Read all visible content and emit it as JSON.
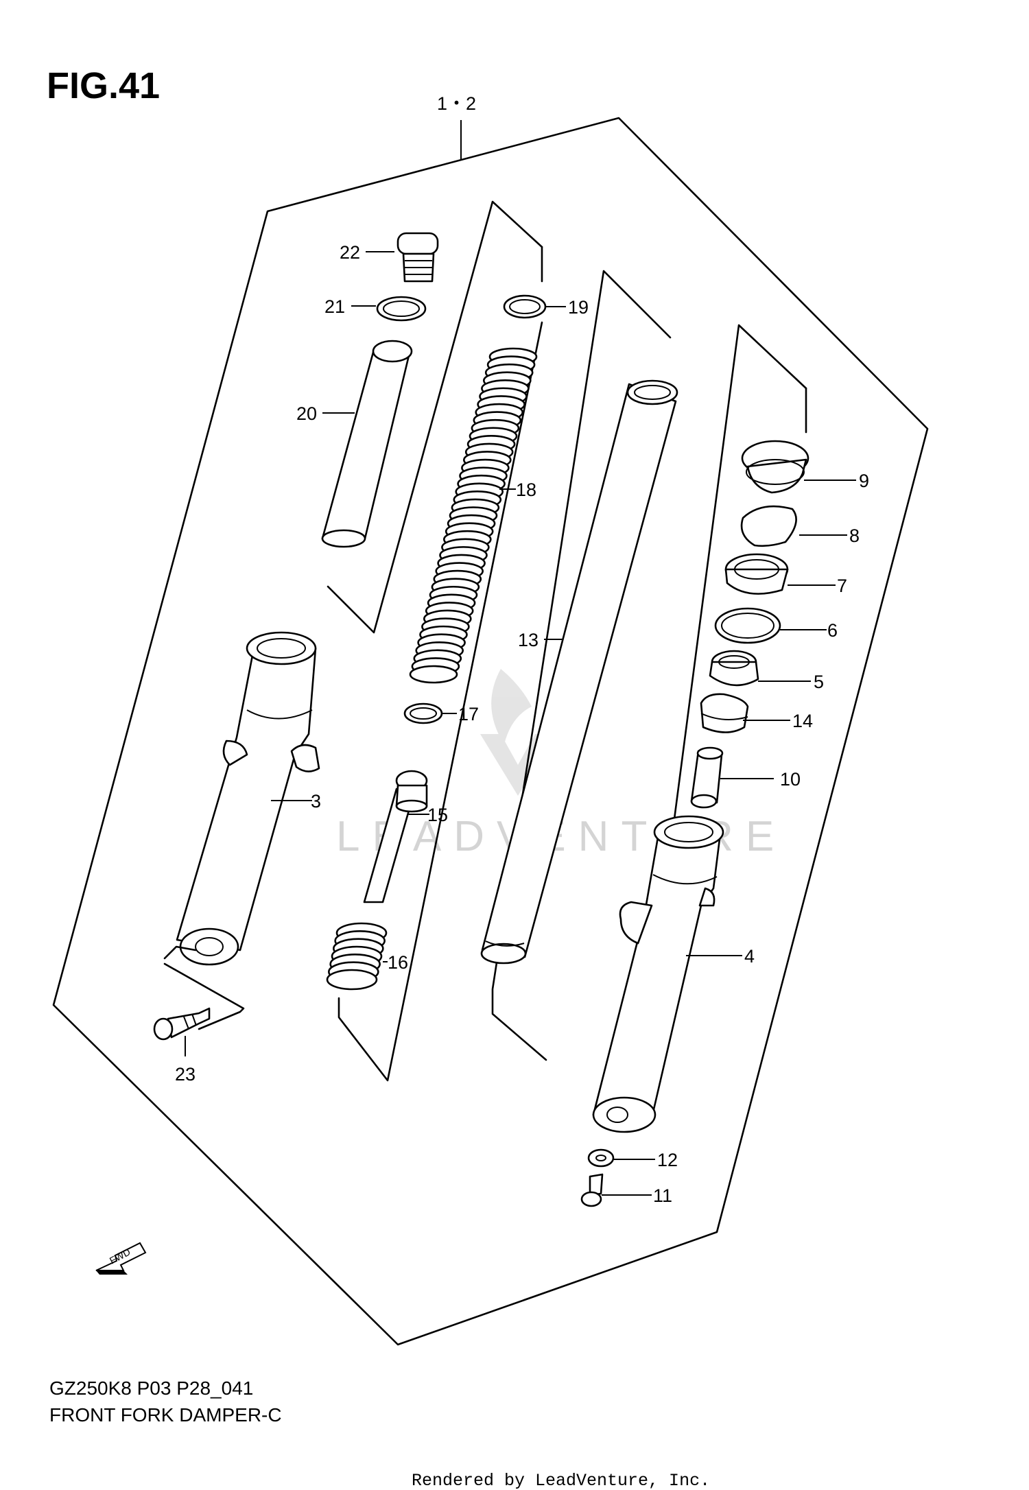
{
  "figure": {
    "title": "FIG.41",
    "assembly_label": "1・2",
    "model_code": "GZ250K8 P03 P28_041",
    "caption": "FRONT FORK DAMPER-C",
    "credit": "Rendered by LeadVenture, Inc.",
    "watermark": "LEADVENTURE",
    "direction_badge": "FWD"
  },
  "callouts": {
    "c22": "22",
    "c21": "21",
    "c20": "20",
    "c19": "19",
    "c18": "18",
    "c17": "17",
    "c16": "16",
    "c15": "15",
    "c14": "14",
    "c13": "13",
    "c12": "12",
    "c11": "11",
    "c10": "10",
    "c9": "9",
    "c8": "8",
    "c7": "7",
    "c6": "6",
    "c5": "5",
    "c4": "4",
    "c3": "3",
    "c23": "23"
  }
}
